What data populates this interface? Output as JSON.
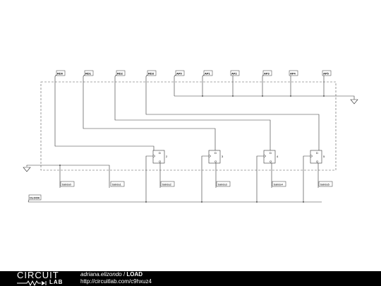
{
  "diagram": {
    "top_labels": [
      "RD0",
      "RD1",
      "RD2",
      "RD3",
      "AP0",
      "AP1",
      "AP2",
      "AP3",
      "AP4",
      "AP5"
    ],
    "output_labels": [
      "Salida0",
      "Salida1",
      "Salida2",
      "Salida3",
      "Salida4",
      "Salida5"
    ],
    "clock_label": "CLOCK",
    "flipflops": [
      {
        "pin_label": "2",
        "top": "D",
        "bottom": "Q"
      },
      {
        "pin_label": "3",
        "top": "D",
        "bottom": "Q"
      },
      {
        "pin_label": "4",
        "top": "D",
        "bottom": "Q"
      },
      {
        "pin_label": "5",
        "top": "D",
        "bottom": "Q"
      }
    ]
  },
  "footer": {
    "logo_top": "CIRCUIT",
    "logo_bottom": "LAB",
    "author": "adriana.elizondo",
    "separator": " / ",
    "title": "LOAD",
    "url": "http://circuitlab.com/c9hxuz4"
  },
  "colors": {
    "wire": "#333333",
    "dashed_box": "#555555",
    "footer_bg": "#000000",
    "footer_text": "#ffffff"
  }
}
